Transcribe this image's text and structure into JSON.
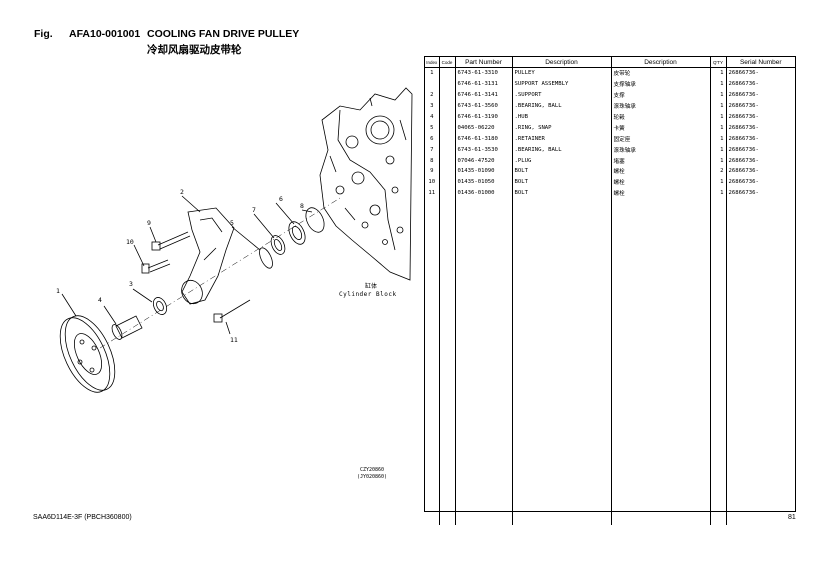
{
  "header": {
    "fig_label": "Fig.",
    "fig_code": "AFA10-001001",
    "title": "COOLING FAN DRIVE PULLEY",
    "title_cn": "冷却风扇驱动皮带轮"
  },
  "diagram": {
    "block_label_cn": "缸体",
    "block_label_en": "Cylinder Block",
    "ref_codes": [
      "CZY20860",
      "(JY020860)"
    ],
    "callouts": [
      "1",
      "2",
      "3",
      "4",
      "5",
      "6",
      "7",
      "8",
      "9",
      "10",
      "11"
    ]
  },
  "table": {
    "headers": [
      "Index",
      "Code",
      "Part Number",
      "Description",
      "Description",
      "Q'TY",
      "Serial Number"
    ],
    "rows": [
      {
        "index": "1",
        "code": "",
        "part": "6743-61-3310",
        "desc": "PULLEY",
        "desc_cn": "皮带轮",
        "qty": "1",
        "serial": "26866736-"
      },
      {
        "index": "",
        "code": "",
        "part": "6746-61-3131",
        "desc": "SUPPORT ASSEMBLY",
        "desc_cn": "支撑轴承",
        "qty": "1",
        "serial": "26866736-"
      },
      {
        "index": "2",
        "code": "",
        "part": "6746-61-3141",
        "desc": ".SUPPORT",
        "desc_cn": "支撑",
        "qty": "1",
        "serial": "26866736-"
      },
      {
        "index": "3",
        "code": "",
        "part": "6743-61-3560",
        "desc": ".BEARING, BALL",
        "desc_cn": "滚珠轴承",
        "qty": "1",
        "serial": "26866736-"
      },
      {
        "index": "4",
        "code": "",
        "part": "6746-61-3190",
        "desc": ".HUB",
        "desc_cn": "轮毂",
        "qty": "1",
        "serial": "26866736-"
      },
      {
        "index": "5",
        "code": "",
        "part": "04065-06220",
        "desc": ".RING, SNAP",
        "desc_cn": "卡簧",
        "qty": "1",
        "serial": "26866736-"
      },
      {
        "index": "6",
        "code": "",
        "part": "6746-61-3180",
        "desc": ".RETAINER",
        "desc_cn": "固定座",
        "qty": "1",
        "serial": "26866736-"
      },
      {
        "index": "7",
        "code": "",
        "part": "6743-61-3530",
        "desc": ".BEARING, BALL",
        "desc_cn": "滚珠轴承",
        "qty": "1",
        "serial": "26866736-"
      },
      {
        "index": "8",
        "code": "",
        "part": "07046-47520",
        "desc": ".PLUG",
        "desc_cn": "堵塞",
        "qty": "1",
        "serial": "26866736-"
      },
      {
        "index": "9",
        "code": "",
        "part": "01435-01090",
        "desc": "BOLT",
        "desc_cn": "螺栓",
        "qty": "2",
        "serial": "26866736-"
      },
      {
        "index": "10",
        "code": "",
        "part": "01435-01050",
        "desc": "BOLT",
        "desc_cn": "螺栓",
        "qty": "1",
        "serial": "26866736-"
      },
      {
        "index": "11",
        "code": "",
        "part": "01436-01000",
        "desc": "BOLT",
        "desc_cn": "螺栓",
        "qty": "1",
        "serial": "26866736-"
      }
    ],
    "blank_rows": 30
  },
  "footer": {
    "model": "SAA6D114E-3F (PBCH360800)",
    "page": "81"
  }
}
